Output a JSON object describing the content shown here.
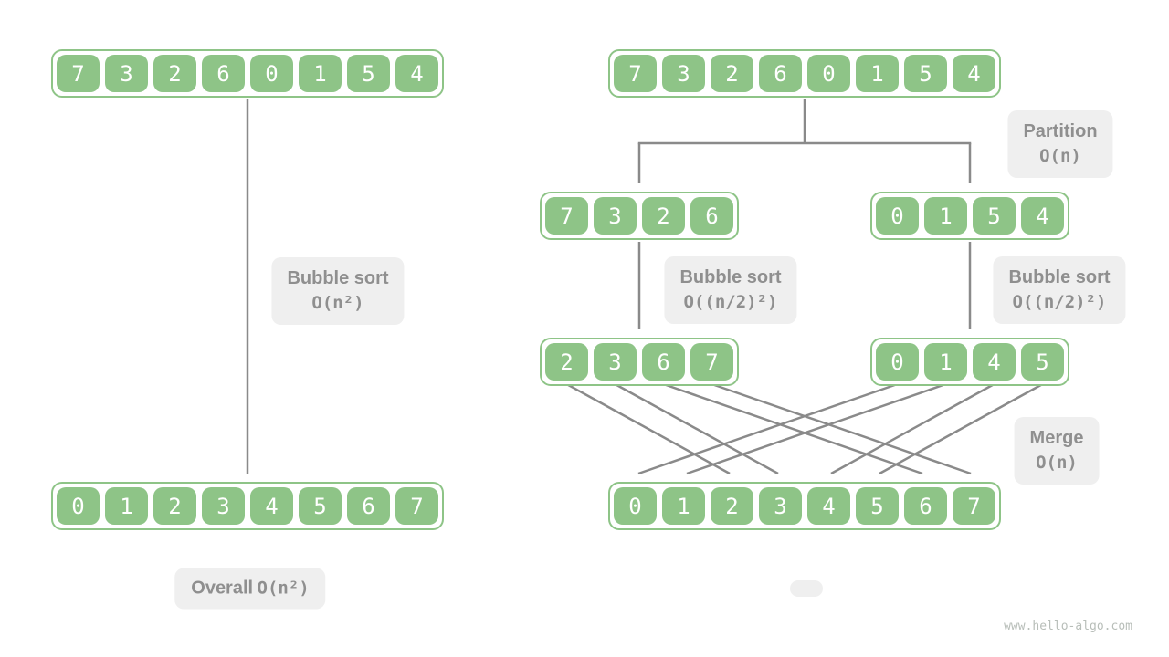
{
  "colors": {
    "green": "#8ec487",
    "cell_text": "#ffffff",
    "line": "#8a8a8a",
    "label_bg": "#efefef",
    "label_text": "#8f8f8f",
    "watermark_text": "#b8beb9",
    "canvas_bg": "#ffffff"
  },
  "left_panel": {
    "input_array": [
      "7",
      "3",
      "2",
      "6",
      "0",
      "1",
      "5",
      "4"
    ],
    "output_array": [
      "0",
      "1",
      "2",
      "3",
      "4",
      "5",
      "6",
      "7"
    ],
    "bubble_label": {
      "title": "Bubble sort",
      "complexity": "O(n²)"
    },
    "overall_label": {
      "title": "Overall",
      "complexity": "O(n²)"
    }
  },
  "right_panel": {
    "input_array": [
      "7",
      "3",
      "2",
      "6",
      "0",
      "1",
      "5",
      "4"
    ],
    "partition_label": {
      "title": "Partition",
      "complexity": "O(n)"
    },
    "left_subarray": [
      "7",
      "3",
      "2",
      "6"
    ],
    "right_subarray": [
      "0",
      "1",
      "5",
      "4"
    ],
    "bubble_left_label": {
      "title": "Bubble sort",
      "complexity": "O((n/2)²)"
    },
    "bubble_right_label": {
      "title": "Bubble sort",
      "complexity": "O((n/2)²)"
    },
    "left_sorted_subarray": [
      "2",
      "3",
      "6",
      "7"
    ],
    "right_sorted_subarray": [
      "0",
      "1",
      "4",
      "5"
    ],
    "merge_label": {
      "title": "Merge",
      "complexity": "O(n)"
    },
    "output_array": [
      "0",
      "1",
      "2",
      "3",
      "4",
      "5",
      "6",
      "7"
    ]
  },
  "watermark": "www.hello-algo.com"
}
